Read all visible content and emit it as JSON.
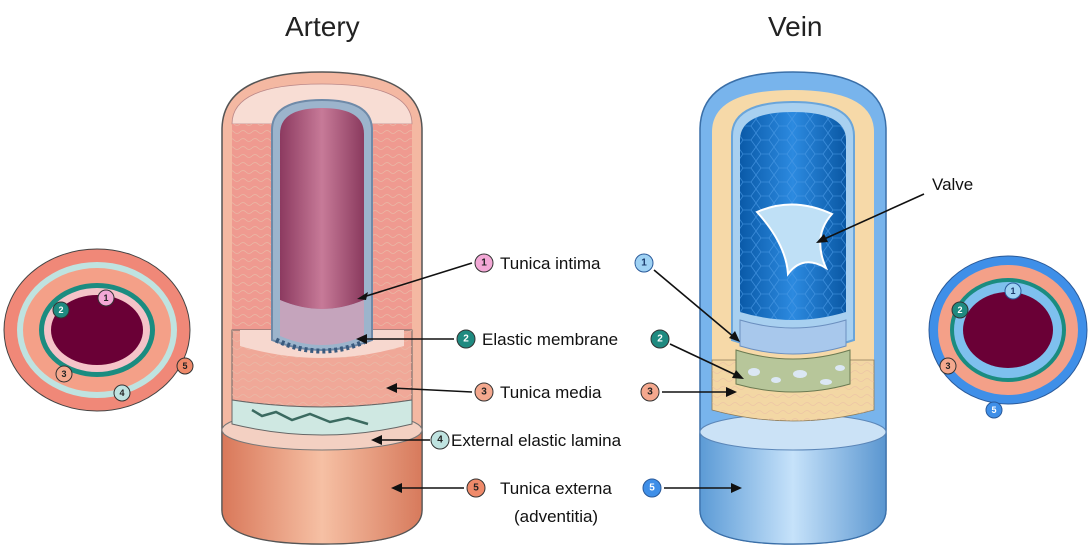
{
  "titles": {
    "artery": "Artery",
    "vein": "Vein"
  },
  "labels": {
    "tunica_intima": "Tunica intima",
    "elastic_membrane": "Elastic membrane",
    "tunica_media": "Tunica media",
    "external_elastic_lamina": "External elastic lamina",
    "tunica_externa": "Tunica externa",
    "adventitia": "(adventitia)",
    "valve": "Valve"
  },
  "badges": {
    "b1": "1",
    "b2": "2",
    "b3": "3",
    "b4": "4",
    "b5": "5"
  },
  "colors": {
    "intima_badge": "#f3a8d6",
    "elastic_badge": "#1f8a80",
    "media_badge": "#f4a88e",
    "external_lamina_badge": "#bfe3e0",
    "externa_badge_artery": "#ef8a6a",
    "externa_badge_vein": "#3f8fe8",
    "artery_lumen": "#6a0036",
    "artery_wall": "#f4a090",
    "vein_wall": "#4aa3ee",
    "vein_lumen_inside": "#0e66b8"
  }
}
